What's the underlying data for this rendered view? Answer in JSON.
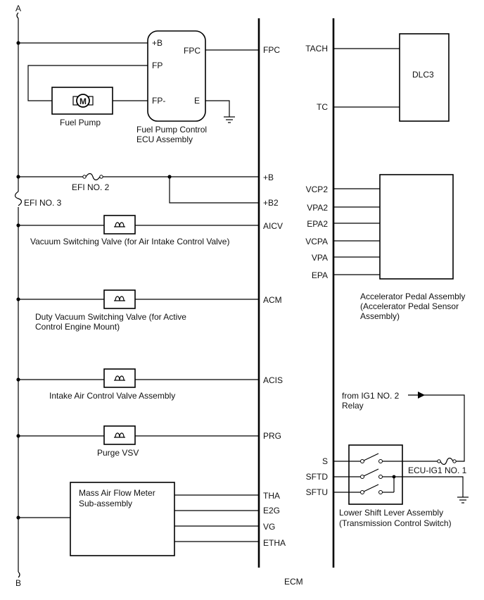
{
  "ends": {
    "top": "A",
    "bottom": "B"
  },
  "ecm": {
    "label": "ECM",
    "left_pins": [
      "FPC",
      "+B",
      "+B2",
      "AICV",
      "ACM",
      "ACIS",
      "PRG",
      "THA",
      "E2G",
      "VG",
      "ETHA"
    ],
    "right_pins": [
      "TACH",
      "TC",
      "VCP2",
      "VPA2",
      "EPA2",
      "VCPA",
      "VPA",
      "EPA",
      "S",
      "SFTD",
      "SFTU"
    ]
  },
  "fuel_pump": {
    "label": "Fuel Pump",
    "motor_symbol": "M"
  },
  "fp_ecu": {
    "label_lines": [
      "Fuel Pump Control",
      "ECU Assembly"
    ],
    "pins": [
      "+B",
      "FP",
      "FP-",
      "FPC",
      "E"
    ]
  },
  "fuses": {
    "efi2": "EFI NO. 2",
    "efi3": "EFI NO. 3",
    "ecu_ig1": "ECU-IG1 NO. 1"
  },
  "components": {
    "vsv_aicv": "Vacuum Switching Valve (for Air Intake Control Valve)",
    "acm_lines": [
      "Duty Vacuum Switching Valve (for Active",
      "Control Engine Mount)"
    ],
    "acis": "Intake Air Control Valve Assembly",
    "purge": "Purge VSV",
    "maf_lines": [
      "Mass Air Flow Meter",
      "Sub-assembly"
    ]
  },
  "dlc3": "DLC3",
  "accel": {
    "lines": [
      "Accelerator Pedal Assembly",
      "(Accelerator Pedal Sensor",
      "Assembly)"
    ]
  },
  "shift": {
    "lines": [
      "Lower Shift Lever Assembly",
      "(Transmission Control Switch)"
    ]
  },
  "relay_lines": [
    "from IG1 NO. 2",
    "Relay"
  ]
}
